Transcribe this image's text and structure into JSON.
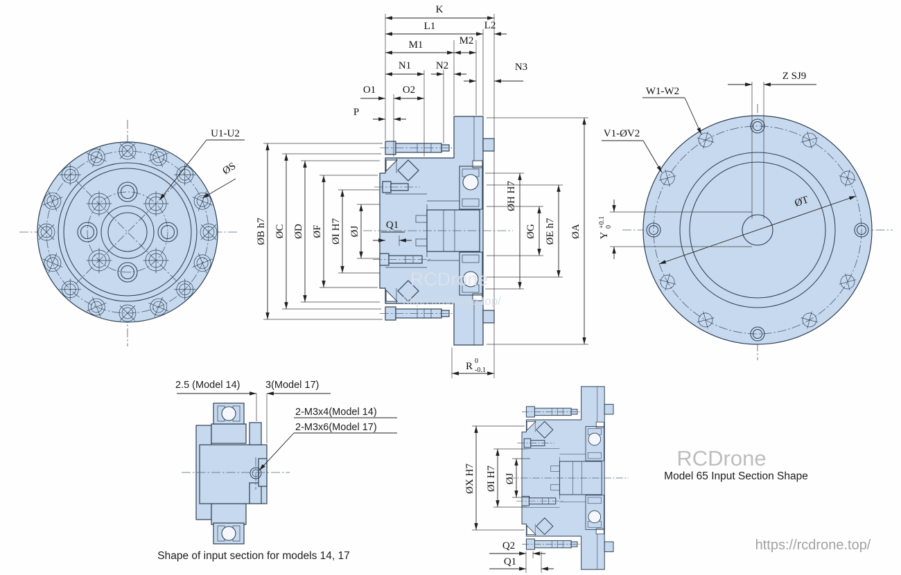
{
  "front_view": {
    "bolt_label": "U1-U2",
    "bolt_circle_label": "ØS"
  },
  "section": {
    "top_dims": {
      "k": "K",
      "l1": "L1",
      "l2": "L2",
      "m1": "M1",
      "m2": "M2",
      "n1": "N1",
      "n2": "N2",
      "n3": "N3",
      "o1": "O1",
      "o2": "O2",
      "p": "P"
    },
    "left_dims": {
      "b": "ØB h7",
      "c": "ØC",
      "d": "ØD",
      "f": "ØF",
      "i": "ØI H7",
      "j": "ØJ",
      "q1": "Q1"
    },
    "right_dims": {
      "h": "ØH H7",
      "g": "ØG",
      "e": "ØE h7",
      "a": "ØA"
    },
    "bottom_dims": {
      "r": "R",
      "r_tol_upper": "0",
      "r_tol_lower": "-0.1"
    }
  },
  "rear_view": {
    "keyway_label": "Z SJ9",
    "tap_label": "W1-W2",
    "hole_label": "V1-ØV2",
    "diameter_label": "ØT",
    "y_label": "Y",
    "y_tol_upper": "+0.1",
    "y_tol_lower": "0"
  },
  "input_14_17": {
    "dim_left": "2.5 (Model 14)",
    "dim_right": "3(Model 17)",
    "thread_note_1": "2-M3x4(Model 14)",
    "thread_note_2": "2-M3x6(Model 17)",
    "caption": "Shape of input section for models 14, 17"
  },
  "input_65": {
    "x": "ØX H7",
    "i": "ØI H7",
    "j": "ØJ",
    "q2": "Q2",
    "q1": "Q1",
    "caption": "Model 65 Input Section Shape"
  },
  "watermark": {
    "brand": "RCDrone",
    "url": "https://rcdrone.top/"
  },
  "colors": {
    "part_fill": "#c7d9ee",
    "part_line": "#2c3e52",
    "dim_line": "#1f1f1f",
    "centerline": "#50637a",
    "watermark_gray": "#bdbdbd"
  }
}
